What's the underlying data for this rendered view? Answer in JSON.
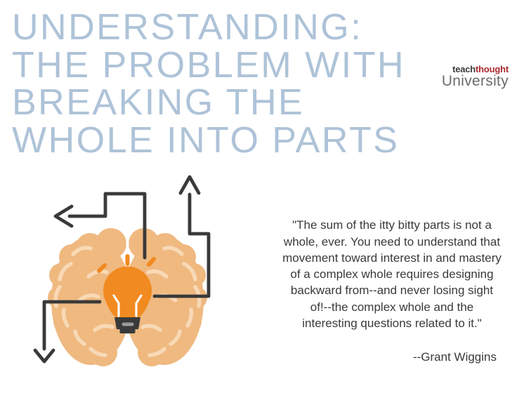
{
  "page": {
    "background_color": "#ffffff"
  },
  "title": {
    "lines": [
      "UNDERSTANDING:",
      "THE PROBLEM WITH",
      "BREAKING THE",
      "WHOLE INTO PARTS"
    ],
    "color": "#aec3d8"
  },
  "logo": {
    "brand_dark": "teach",
    "brand_red": "thought",
    "subtitle": "University",
    "brand_dark_color": "#3a3a3a",
    "brand_red_color": "#a8292e",
    "subtitle_color": "#6b6c6e"
  },
  "quote": {
    "text": "\"The sum of the itty bitty parts is not a\nwhole, ever. You need to understand that\nmovement toward interest in and mastery\nof a complex whole requires designing\nbackward from--and never losing sight\nof!--the complex whole and the\ninteresting questions related to it.\"",
    "attribution": "--Grant Wiggins",
    "text_color": "#3a3a3a"
  },
  "illustration": {
    "description": "Top view of a brain with a glowing lightbulb in the center and three bent arrows pointing out (left, up, down)",
    "brain_color": "#efb980",
    "brain_fold_color": "#f8d9b6",
    "bulb_color": "#f18a20",
    "dark_color": "#3a3a3a",
    "highlight_color": "#ffffff"
  }
}
